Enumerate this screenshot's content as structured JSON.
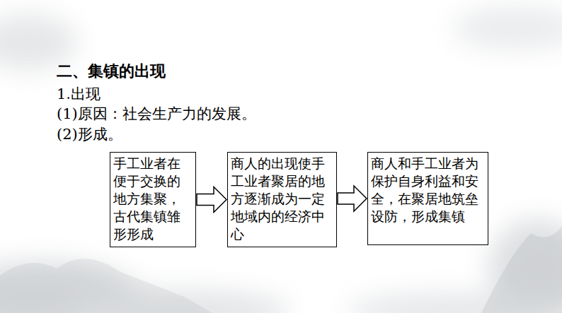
{
  "diagram": {
    "title": "二、集镇的出现",
    "nodes": [
      {
        "text": [
          "手工业者在便于交换的地方集聚，古代集镇雏形形成"
        ]
      },
      {
        "text": [
          "商人的出现使手工业者聚居的地方逐渐成为一定地域内的经济中心"
        ]
      },
      {
        "text": [
          "商人和手工业者为保护自身利益和安全，在聚居地筑垒设防，形成集镇"
        ]
      }
    ],
    "edges": [
      {
        "from": 0,
        "to": 1,
        "arrow": "to"
      },
      {
        "from": 1,
        "to": 2,
        "arrow": "to"
      }
    ],
    "labels": [
      "1.出现",
      "(1)原因：社会生产力的发展。",
      "(2)形成。"
    ]
  }
}
